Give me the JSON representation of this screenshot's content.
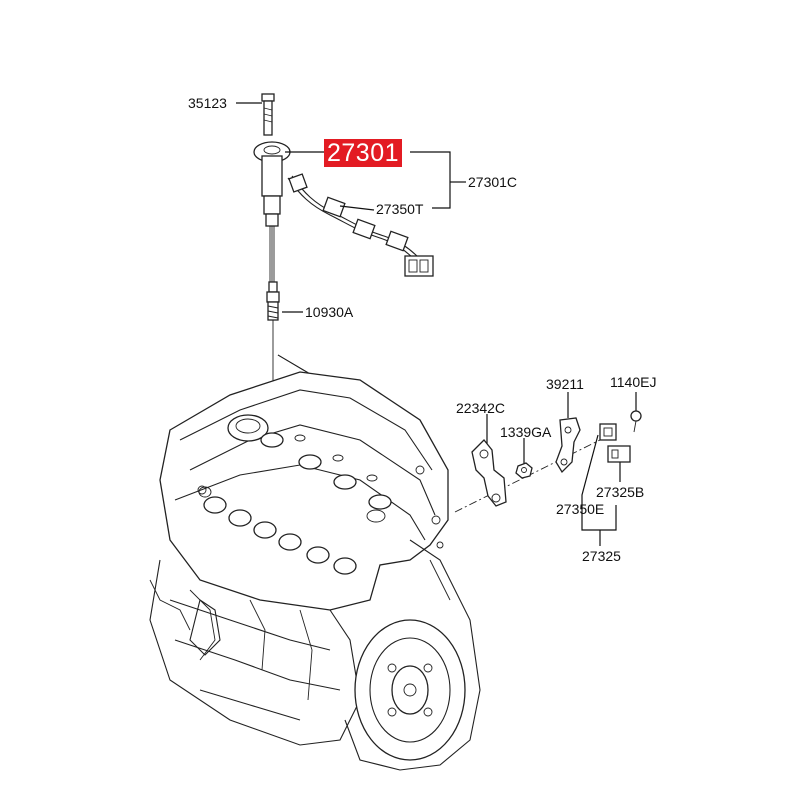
{
  "highlight_color": "#e31b23",
  "labels": {
    "bolt": "35123",
    "ignition_coil": "27301",
    "coil_assembly": "27301C",
    "coil_harness": "27350T",
    "spark_plug": "10930A",
    "gasket": "22342C",
    "nut": "1339GA",
    "bracket": "39211",
    "screw": "1140EJ",
    "sensor_connector": "27325B",
    "sensor_wire": "27350E",
    "sensor_assembly": "27325"
  }
}
